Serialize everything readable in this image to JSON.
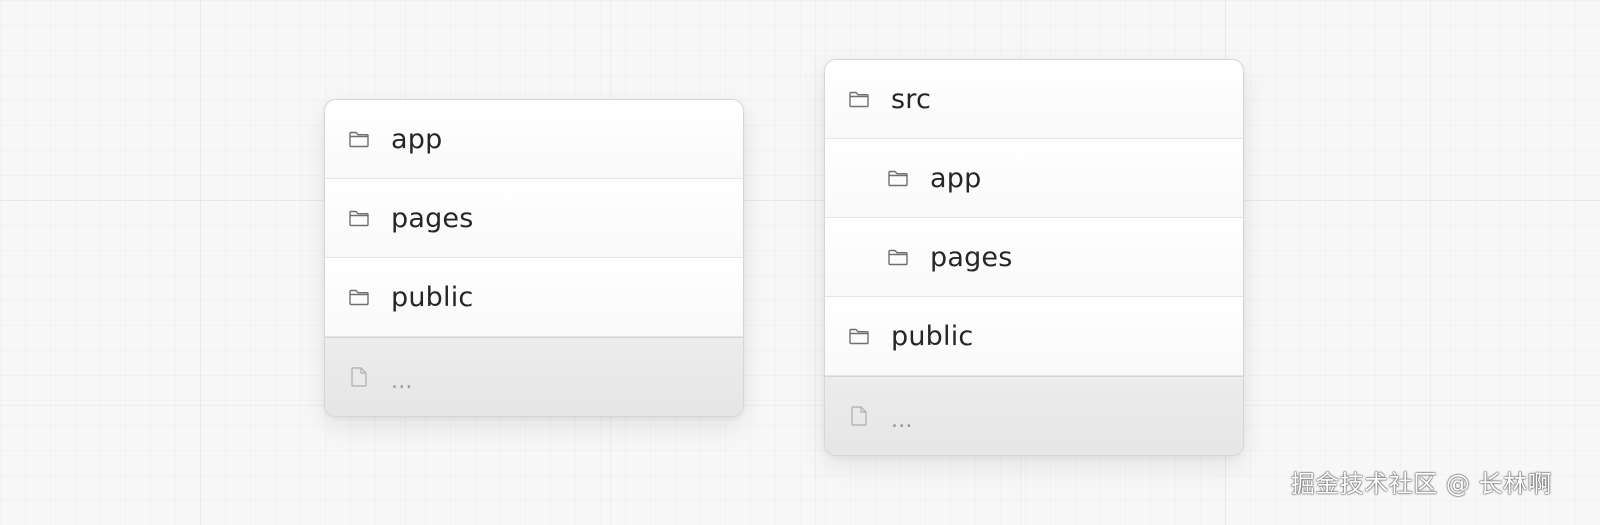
{
  "colors": {
    "background": "#f7f7f7",
    "panel": "#ffffff",
    "folder_icon": "#6f6f6f",
    "file_icon": "#b5b5b5",
    "text": "#262626",
    "muted_text": "#9a9a9a"
  },
  "left_tree": {
    "items": [
      {
        "icon": "folder-icon",
        "label": "app"
      },
      {
        "icon": "folder-icon",
        "label": "pages"
      },
      {
        "icon": "folder-icon",
        "label": "public"
      },
      {
        "icon": "file-icon",
        "label": "..."
      }
    ]
  },
  "right_tree": {
    "items": [
      {
        "icon": "folder-icon",
        "label": "src"
      },
      {
        "icon": "folder-icon",
        "label": "app"
      },
      {
        "icon": "folder-icon",
        "label": "pages"
      },
      {
        "icon": "folder-icon",
        "label": "public"
      },
      {
        "icon": "file-icon",
        "label": "..."
      }
    ]
  },
  "watermark": "掘金技术社区 @ 长林啊"
}
